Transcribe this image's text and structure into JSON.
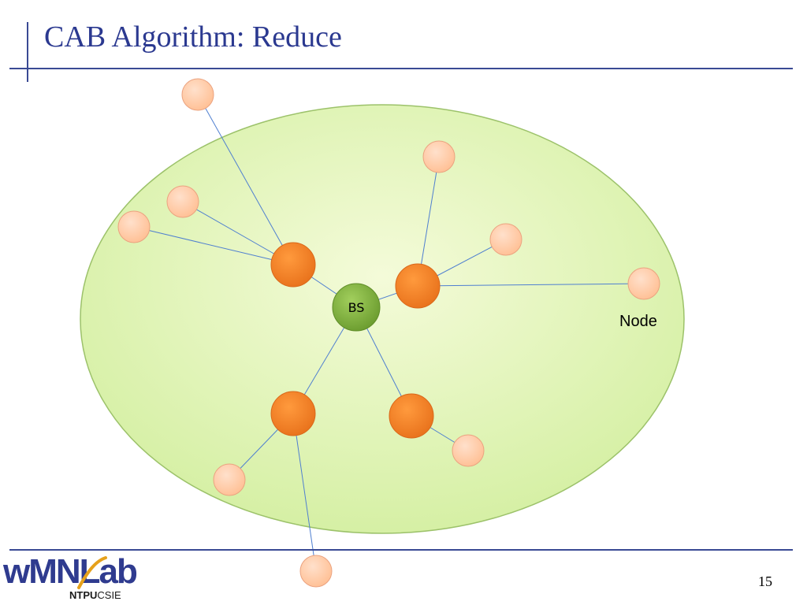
{
  "slide": {
    "title": "CAB Algorithm: Reduce",
    "page_number": "15"
  },
  "diagram": {
    "base_station_label": "BS",
    "node_label": "Node"
  },
  "logo": {
    "word_w": "w",
    "word_mn": "MN",
    "word_lab": "Lab",
    "sub_bold": "NTPU",
    "sub_thin": "CSIE"
  },
  "colors": {
    "title_text": "#2b3990",
    "rule_line": "#3a4a94",
    "region_fill": "#e2f5b0",
    "region_stroke": "#9cc26a",
    "link_line": "#4f7fd0",
    "member_node": "#ffc6a1",
    "member_node_stroke": "#eba380",
    "cluster_head": "#f07d20",
    "base_station": "#7fb03c",
    "logo_blue": "#2f3b8f",
    "logo_gold": "#e6a11b"
  }
}
